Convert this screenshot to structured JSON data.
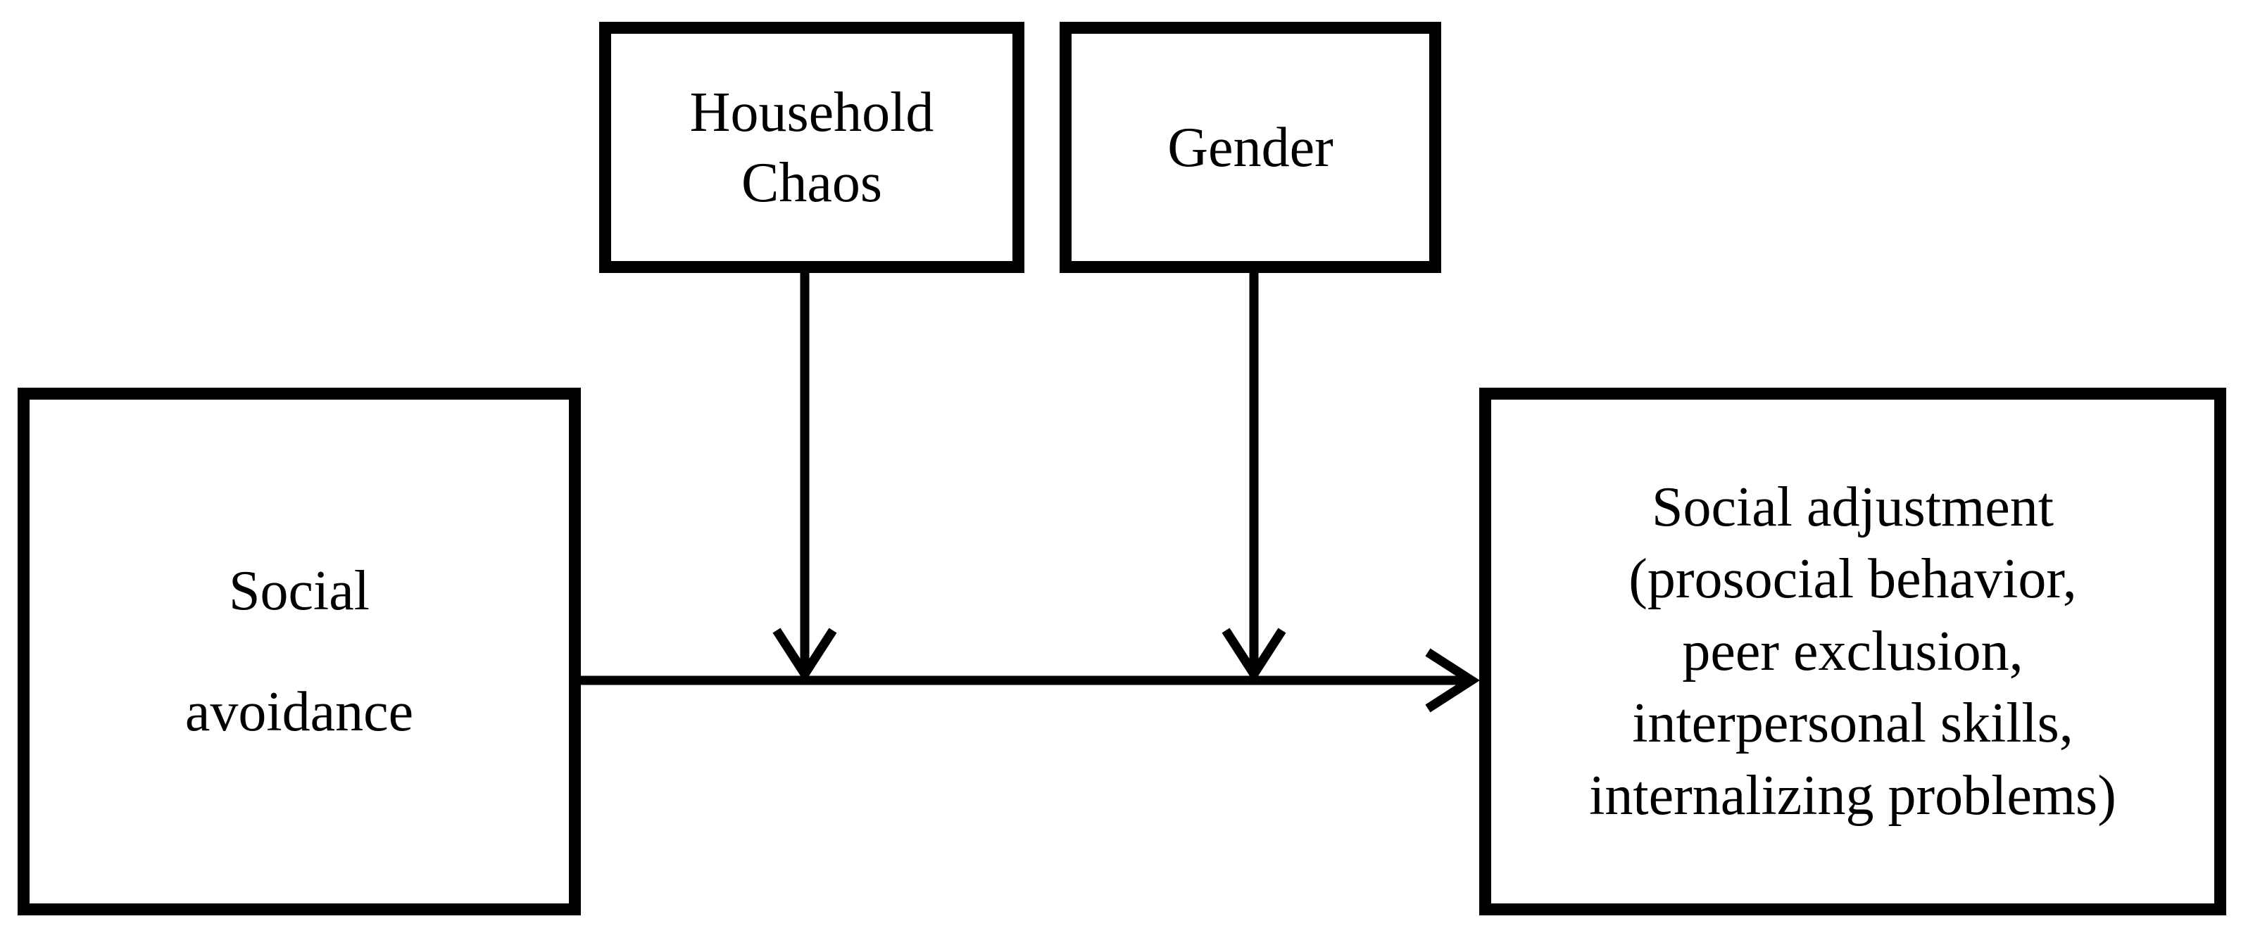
{
  "diagram": {
    "nodes": {
      "household_chaos": {
        "lines": [
          "Household",
          "Chaos"
        ]
      },
      "gender": {
        "lines": [
          "Gender"
        ]
      },
      "social_avoidance": {
        "lines": [
          "Social",
          "avoidance"
        ]
      },
      "social_adjustment": {
        "lines": [
          "Social adjustment",
          "(prosocial behavior,",
          "peer exclusion,",
          "interpersonal skills,",
          "internalizing problems)"
        ]
      }
    },
    "edges": [
      {
        "from": "social_avoidance",
        "to": "social_adjustment",
        "type": "direct-path"
      },
      {
        "from": "household_chaos",
        "to": "direct-path",
        "type": "moderator"
      },
      {
        "from": "gender",
        "to": "direct-path",
        "type": "moderator"
      }
    ]
  }
}
